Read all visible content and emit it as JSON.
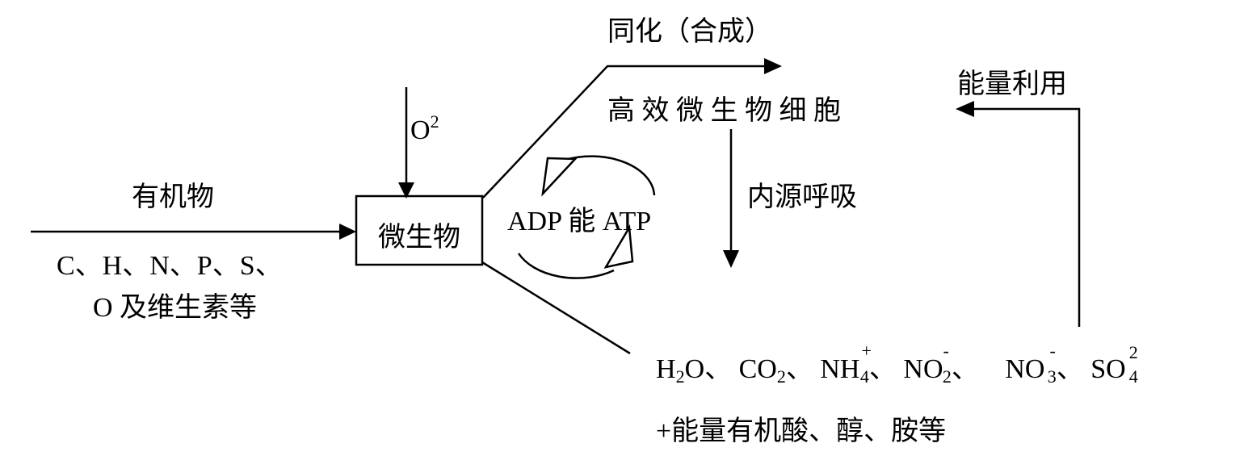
{
  "labels": {
    "assimilation": "同化（合成）",
    "cells": "高 效 微 生 物 细 胞",
    "energy_use": "能量利用",
    "oxygen": "O",
    "oxygen_sup": "2",
    "organics": "有机物",
    "microbe": "微生物",
    "elements_line1": "C、H、N、P、S、",
    "elements_line2": "O 及维生素等",
    "adp_atp": "ADP 能 ATP",
    "endogenous_respiration": "内源呼吸",
    "products_line2": "+能量有机酸、醇、胺等"
  },
  "products": {
    "h2o": [
      "H",
      "2",
      "O、"
    ],
    "co2": [
      "CO",
      "2",
      "、"
    ],
    "nh4": [
      "NH",
      "+",
      "4",
      "、"
    ],
    "no2": [
      "NO",
      "-",
      "2",
      "、"
    ],
    "no3": [
      "NO",
      "-",
      "3",
      "、"
    ],
    "so4": [
      "SO",
      "2",
      "4"
    ]
  }
}
